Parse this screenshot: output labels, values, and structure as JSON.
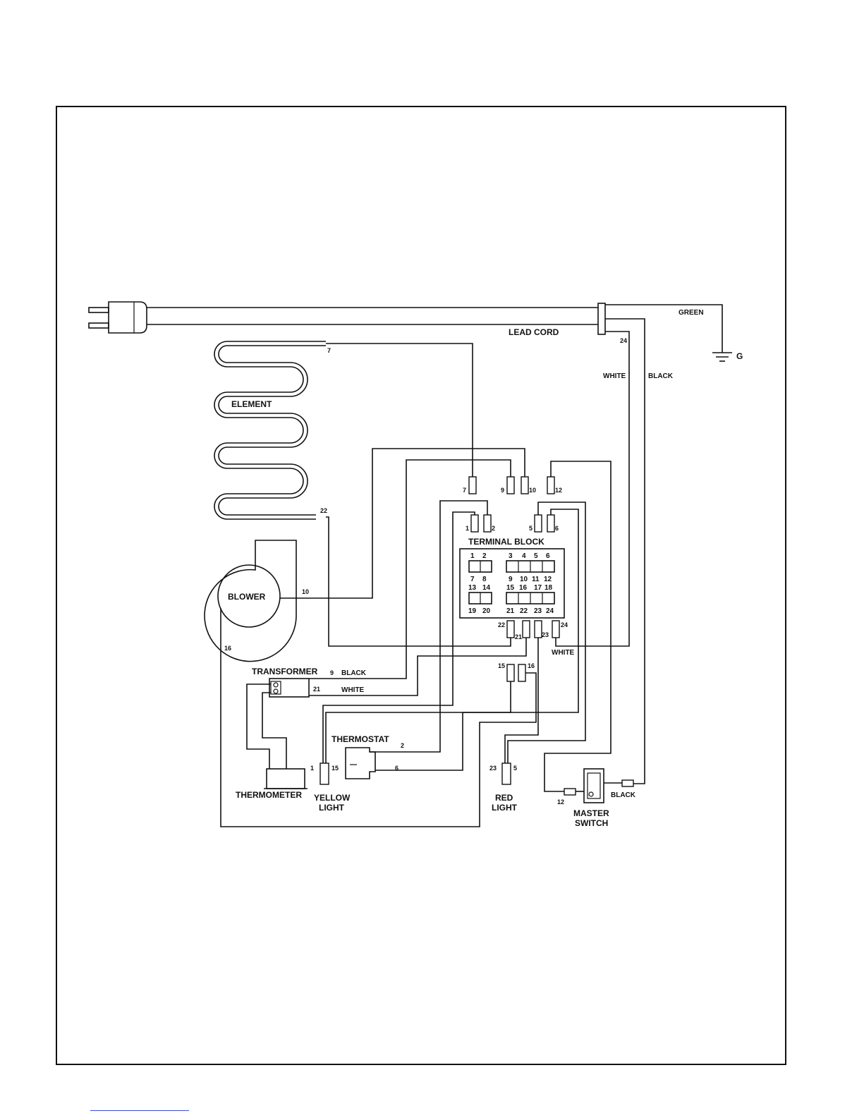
{
  "labels": {
    "lead_cord": "LEAD CORD",
    "green": "GREEN",
    "ground": "G",
    "white_main": "WHITE",
    "black_main": "BLACK",
    "element": "ELEMENT",
    "blower": "BLOWER",
    "terminal_block": "TERMINAL BLOCK",
    "transformer": "TRANSFORMER",
    "black_transformer": "BLACK",
    "white_transformer": "WHITE",
    "thermostat": "THERMOSTAT",
    "thermometer": "THERMOMETER",
    "yellow_light_1": "YELLOW",
    "yellow_light_2": "LIGHT",
    "red_light_1": "RED",
    "red_light_2": "LIGHT",
    "master_switch_1": "MASTER",
    "master_switch_2": "SWITCH",
    "white_tb": "WHITE",
    "black_switch": "BLACK"
  },
  "terminal_block": {
    "rows": [
      [
        "1",
        "2",
        "3",
        "4",
        "5",
        "6"
      ],
      [
        "7",
        "8",
        "9",
        "10",
        "11",
        "12"
      ],
      [
        "13",
        "14",
        "15",
        "16",
        "17",
        "18"
      ],
      [
        "19",
        "20",
        "21",
        "22",
        "23",
        "24"
      ]
    ]
  },
  "wire_numbers": {
    "w7": "7",
    "w22": "22",
    "w10": "10",
    "w16": "16",
    "w24": "24",
    "w9": "9",
    "w21": "21",
    "w2": "2",
    "w6": "6",
    "w1": "1",
    "w15": "15",
    "w23": "23",
    "w5": "5",
    "w12": "12"
  },
  "connector_labels": {
    "c7": "7",
    "c9": "9",
    "c10": "10",
    "c12": "12",
    "c1": "1",
    "c2": "2",
    "c5": "5",
    "c6": "6",
    "c22": "22",
    "c21": "21",
    "c23": "23",
    "c24": "24",
    "c15": "15",
    "c16": "16"
  }
}
